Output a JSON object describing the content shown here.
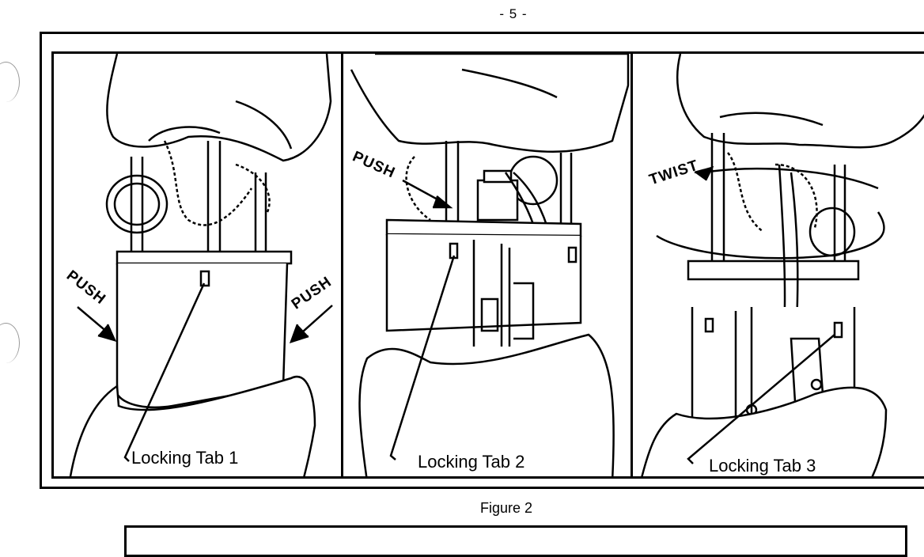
{
  "page": {
    "number": "- 5 -"
  },
  "figure": {
    "caption": "Figure 2",
    "panels": [
      {
        "id": "panel-1",
        "arrows": [
          "PUSH",
          "PUSH"
        ],
        "callout": "Locking Tab 1"
      },
      {
        "id": "panel-2",
        "arrows": [
          "PUSH"
        ],
        "callout": "Locking Tab 2"
      },
      {
        "id": "panel-3",
        "arrows": [
          "TWIST"
        ],
        "callout": "Locking Tab 3"
      }
    ]
  }
}
